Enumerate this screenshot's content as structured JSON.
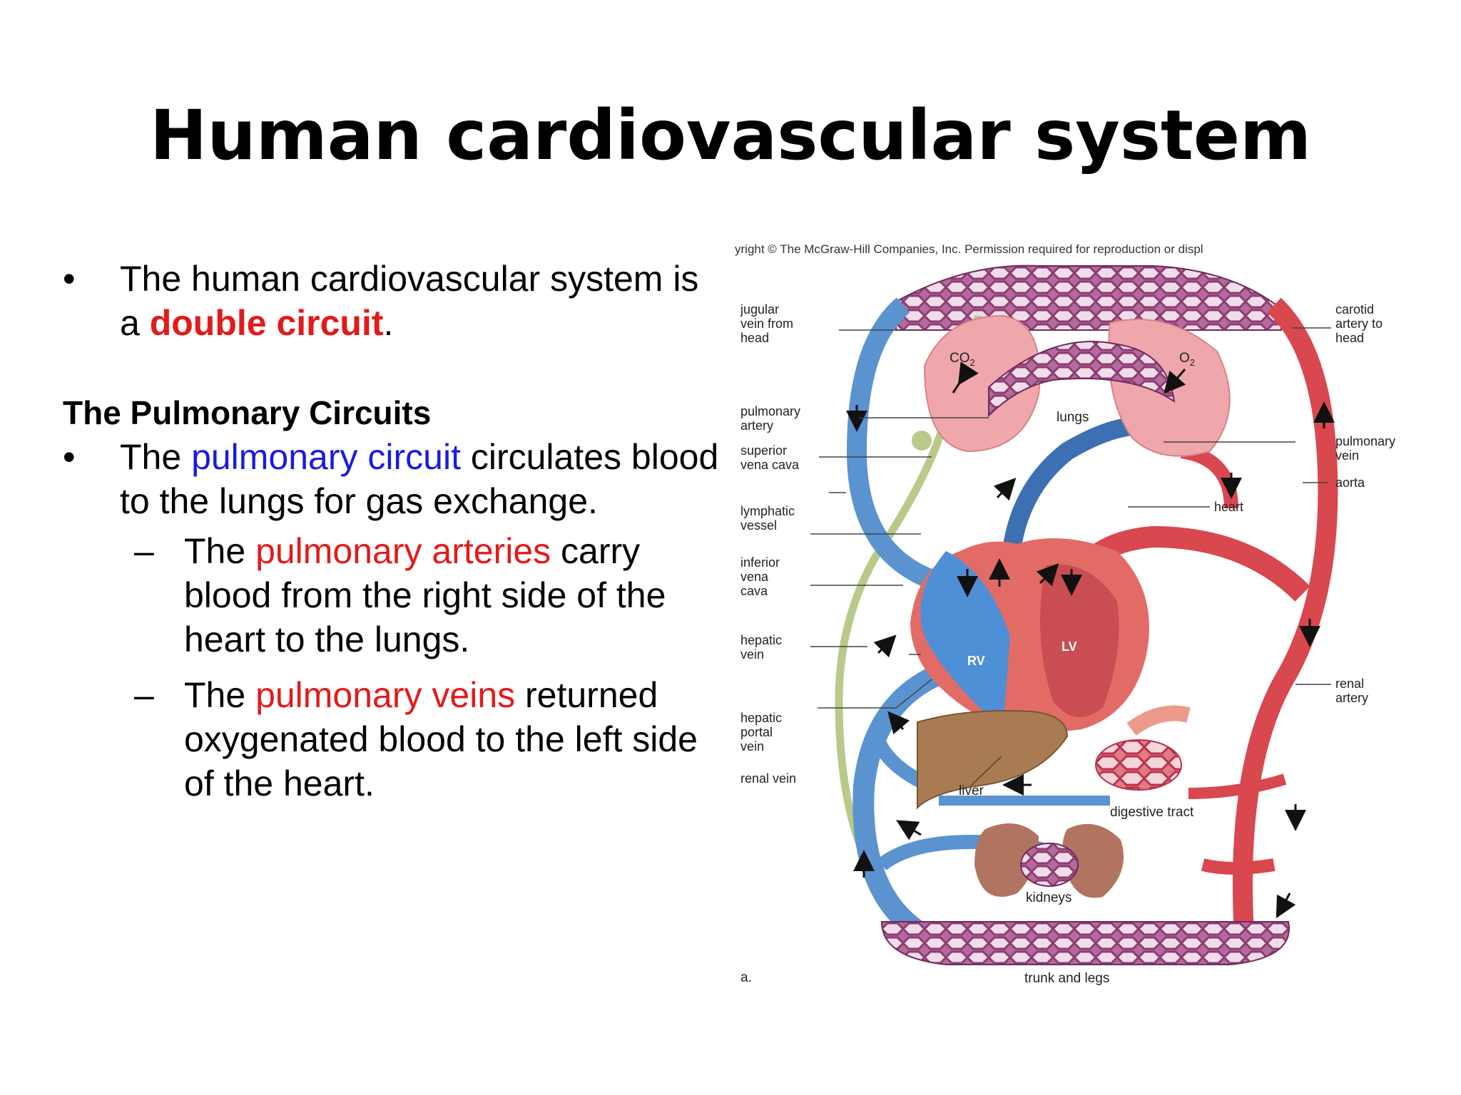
{
  "slide": {
    "title": "Human cardiovascular system",
    "bullet1": {
      "part1": "The human cardiovascular system is a ",
      "highlight": "double circuit",
      "part2": "."
    },
    "section_heading": "The Pulmonary  Circuits",
    "bullet2": {
      "part1": "The ",
      "highlight": "pulmonary circuit",
      "part2": " circulates blood to the lungs for gas exchange."
    },
    "sub1": {
      "part1": "The ",
      "highlight": "pulmonary arteries",
      "part2": " carry blood from the right side of the heart to the lungs."
    },
    "sub2": {
      "part1": "The ",
      "highlight": "pulmonary veins",
      "part2": " returned oxygenated blood to the left side of the heart."
    },
    "bullet_glyph": "•",
    "dash_glyph": "–"
  },
  "diagram": {
    "copyright": "yright © The McGraw-Hill Companies, Inc. Permission required for reproduction or displ",
    "labels": {
      "jugular": [
        "jugular",
        "vein from",
        "head"
      ],
      "carotid": [
        "carotid",
        "artery to",
        "head"
      ],
      "pulmonary_artery": [
        "pulmonary",
        "artery"
      ],
      "superior_vena_cava": [
        "superior",
        "vena cava"
      ],
      "pulmonary_vein": [
        "pulmonary",
        "vein"
      ],
      "aorta": "aorta",
      "lymphatic": [
        "lymphatic",
        "vessel"
      ],
      "heart": "heart",
      "inferior_vena_cava": [
        "inferior",
        "vena",
        "cava"
      ],
      "hepatic_vein": [
        "hepatic",
        "vein"
      ],
      "liver": "liver",
      "digestive_tract": "digestive tract",
      "hepatic_portal_vein": [
        "hepatic",
        "portal",
        "vein"
      ],
      "renal_artery": [
        "renal",
        "artery"
      ],
      "renal_vein": "renal vein",
      "kidneys": "kidneys",
      "trunk_and_legs": "trunk and legs",
      "lungs": "lungs",
      "co2": "CO",
      "co2_sub": "2",
      "o2": "O",
      "o2_sub": "2",
      "rv": "RV",
      "lv": "LV",
      "panel": "a."
    },
    "colors": {
      "vein": "#5a93cf",
      "artery": "#d9474f",
      "lymph": "#b8c98a",
      "organ_lung": "#f0a7ab",
      "organ_liver": "#a97b52",
      "organ_kidney": "#b07460",
      "label": "#222222"
    }
  }
}
